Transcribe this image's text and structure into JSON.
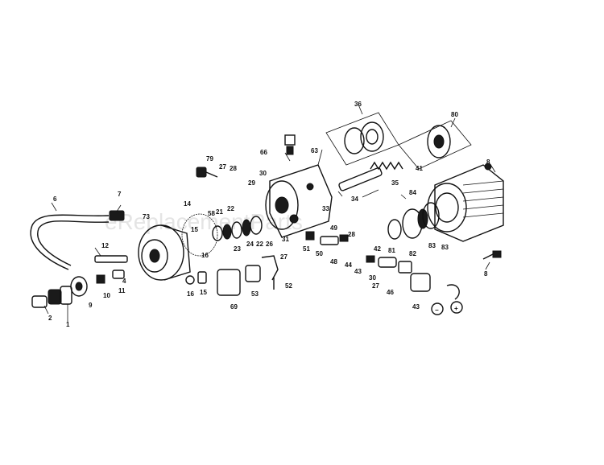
{
  "watermark": "eReplacementParts",
  "labels": {
    "l1": "1",
    "l2": "2",
    "l4": "4",
    "l6": "6",
    "l7": "7",
    "l8a": "8",
    "l8b": "8",
    "l9": "9",
    "l10": "10",
    "l11": "11",
    "l12": "12",
    "l14": "14",
    "l15a": "15",
    "l15b": "15",
    "l16a": "16",
    "l16b": "16",
    "l21": "21",
    "l22a": "22",
    "l22b": "22",
    "l23": "23",
    "l24": "24",
    "l26": "26",
    "l27a": "27",
    "l27b": "27",
    "l27c": "27",
    "l28a": "28",
    "l28b": "28",
    "l29": "29",
    "l30a": "30",
    "l30b": "30",
    "l31": "31",
    "l33": "33",
    "l34": "34",
    "l35": "35",
    "l36": "36",
    "l41": "41",
    "l42": "42",
    "l43a": "43",
    "l43b": "43",
    "l44": "44",
    "l46": "46",
    "l48": "48",
    "l49": "49",
    "l50": "50",
    "l51": "51",
    "l52": "52",
    "l53": "53",
    "l58": "58",
    "l63": "63",
    "l66": "66",
    "l69": "69",
    "l73": "73",
    "l79": "79",
    "l80": "80",
    "l81": "81",
    "l82": "82",
    "l83a": "83",
    "l83b": "83",
    "l84": "84",
    "minus": "−",
    "plus": "+"
  }
}
